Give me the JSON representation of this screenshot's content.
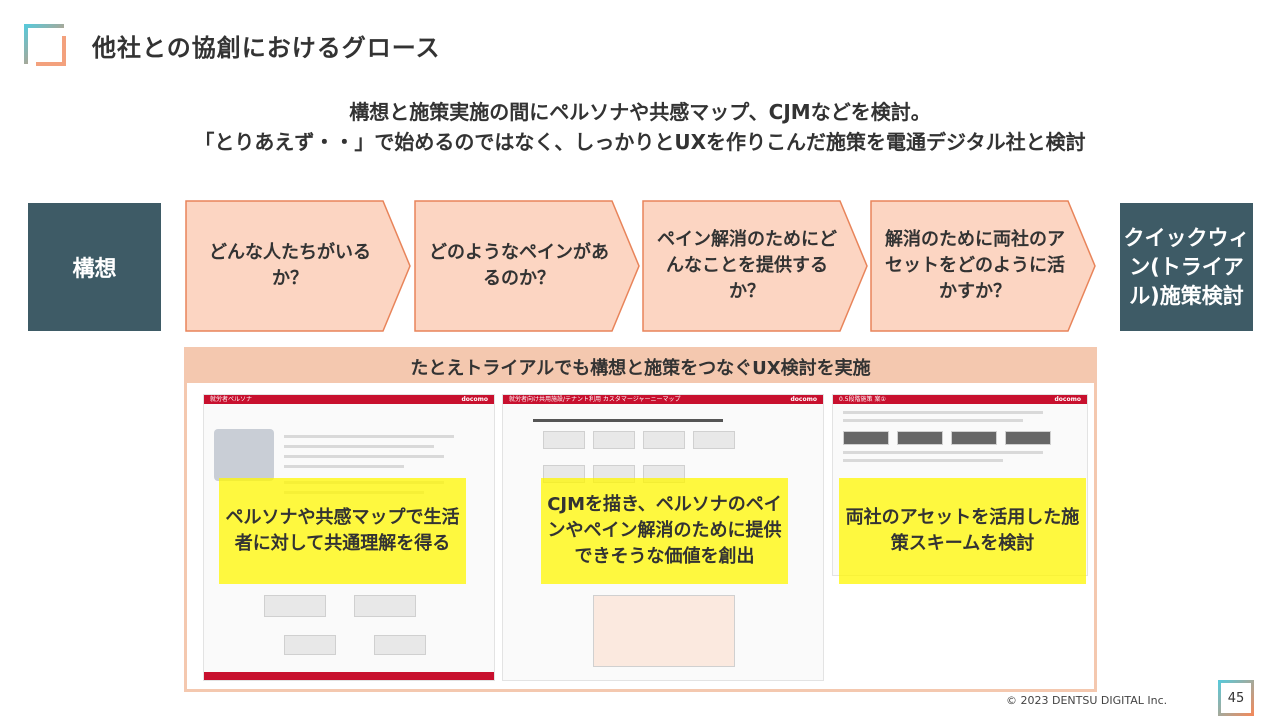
{
  "header": {
    "title": "他社との協創におけるグロース"
  },
  "subtitle": {
    "line1": "構想と施策実施の間にペルソナや共感マップ、CJMなどを検討。",
    "line2": "「とりあえず・・」で始めるのではなく、しっかりとUXを作りこんだ施策を電通デジタル社と検討"
  },
  "flow": {
    "start": "構想",
    "steps": [
      "どんな人たちがいるか？",
      "どのようなペインがあるのか？",
      "ペイン解消のためにどんなことを提供するか？",
      "解消のために両社のアセットをどのように活かすか？"
    ],
    "end": "クイックウィン(トライアル)施策検討"
  },
  "band": {
    "header": "たとえトライアルでも構想と施策をつなぐUX検討を実施",
    "panels": [
      {
        "overlay": "ペルソナや共感マップで生活者に対して共通理解を得る",
        "thumb_title": "就労者ペルソナ",
        "thumb_brand": "docomo"
      },
      {
        "overlay": "CJMを描き、ペルソナのペインやペイン解消のために提供できそうな価値を創出",
        "thumb_title": "就労者向け共用施設/テナント利用 カスタマージャーニーマップ",
        "thumb_brand": "docomo"
      },
      {
        "overlay": "両社のアセットを活用した施策スキームを検討",
        "thumb_title": "0.5段階施策 案①",
        "thumb_brand": "docomo"
      }
    ]
  },
  "footer": {
    "copyright": "© 2023 DENTSU DIGITAL Inc.",
    "page_number": "45"
  },
  "colors": {
    "dark_teal": "#3e5b66",
    "arrow_fill": "#fcd5c2",
    "arrow_stroke": "#e8845a",
    "band_border": "#f4c8af",
    "highlight": "#fff700",
    "docomo_red": "#c8102e"
  }
}
